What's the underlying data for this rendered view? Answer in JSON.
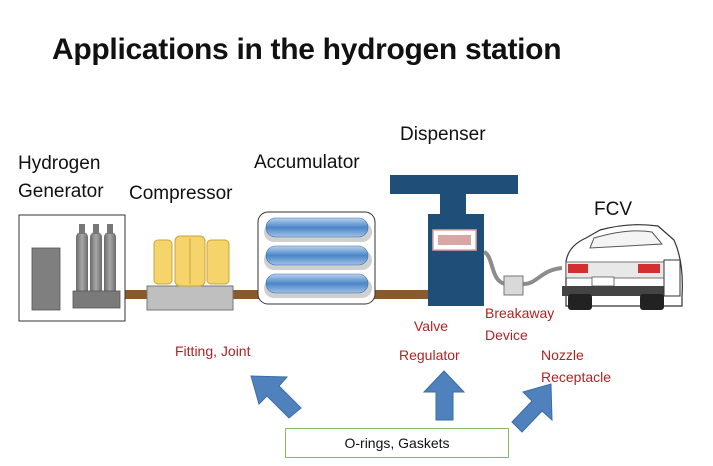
{
  "title": "Applications in the hydrogen station",
  "components": {
    "generator_line1": "Hydrogen",
    "generator_line2": "Generator",
    "compressor": "Compressor",
    "accumulator": "Accumulator",
    "dispenser": "Dispenser",
    "fcv": "FCV"
  },
  "applications": {
    "fitting_joint": "Fitting, Joint",
    "valve": "Valve",
    "regulator": "Regulator",
    "breakaway_line1": "Breakaway",
    "breakaway_line2": "Device",
    "nozzle_line1": "Nozzle",
    "nozzle_line2": "Receptacle"
  },
  "seals_box": "O-rings, Gaskets",
  "colors": {
    "application_text": "#b22222",
    "arrow": "#4f81bd",
    "pipe": "#8b5a2b",
    "dispenser": "#1f4e79",
    "compressor": "#f5d46b",
    "box_border": "#8bb85c"
  }
}
